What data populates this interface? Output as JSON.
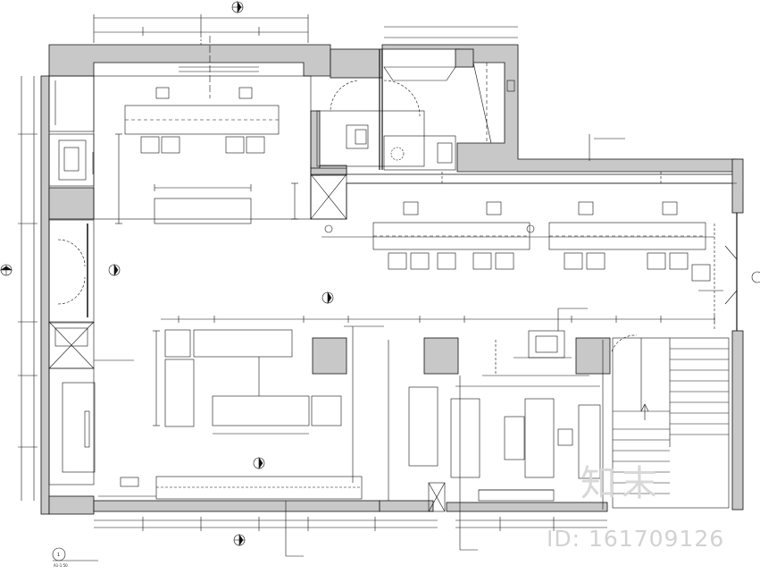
{
  "watermark": {
    "logo_text": "知末",
    "id_text": "ID: 161709126"
  },
  "title_block": {
    "number": "1",
    "scale_text": "A1-1:50"
  },
  "colors": {
    "wall_fill": "#c8c8c8",
    "line": "#111111",
    "watermark": "#d4d4d4"
  }
}
